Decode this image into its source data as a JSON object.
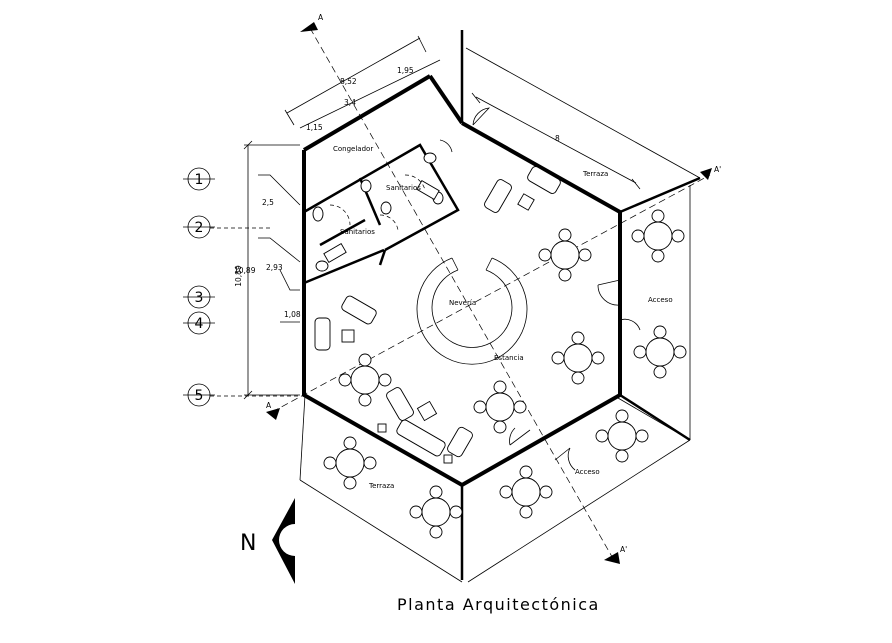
{
  "title": "Planta Arquitectónica",
  "north_label": "N",
  "axes": [
    "1",
    "2",
    "3",
    "4",
    "5"
  ],
  "dimensions": {
    "vertical_total": "10,89",
    "vertical_parts": [
      "2,5",
      "2,93",
      "1,08"
    ],
    "top": [
      "8,52",
      "3,4",
      "1,95",
      "1,15"
    ],
    "terrace_width": "8"
  },
  "rooms": {
    "congelador": "Congelador",
    "sanitarios_upper": "Sanitarios",
    "sanitarios_lower": "Sanitarios",
    "neveria": "Nevería",
    "estancia": "Estancia",
    "terraza_top": "Terraza",
    "terraza_bottom": "Terraza",
    "acceso_right": "Acceso",
    "acceso_bottom": "Acceso"
  },
  "section_marks": [
    "A",
    "A'"
  ]
}
